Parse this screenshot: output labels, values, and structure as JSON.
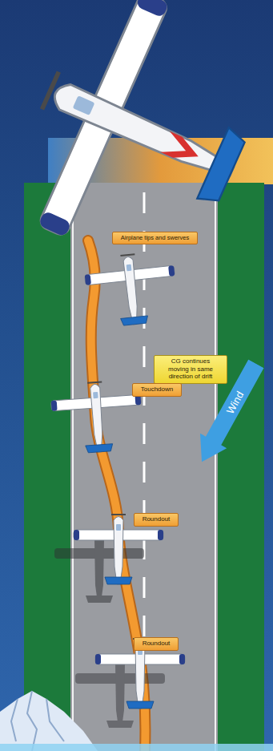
{
  "diagram": {
    "nodes": [
      {
        "text": [
          "Airplane tips and swerves"
        ]
      },
      {
        "text": [
          "CG continues moving in same direction of drift"
        ]
      },
      {
        "text": [
          "Touchdown"
        ]
      },
      {
        "text": [
          "Wind"
        ]
      },
      {
        "text": [
          "Roundout"
        ]
      },
      {
        "text": [
          "Roundout"
        ]
      }
    ]
  }
}
